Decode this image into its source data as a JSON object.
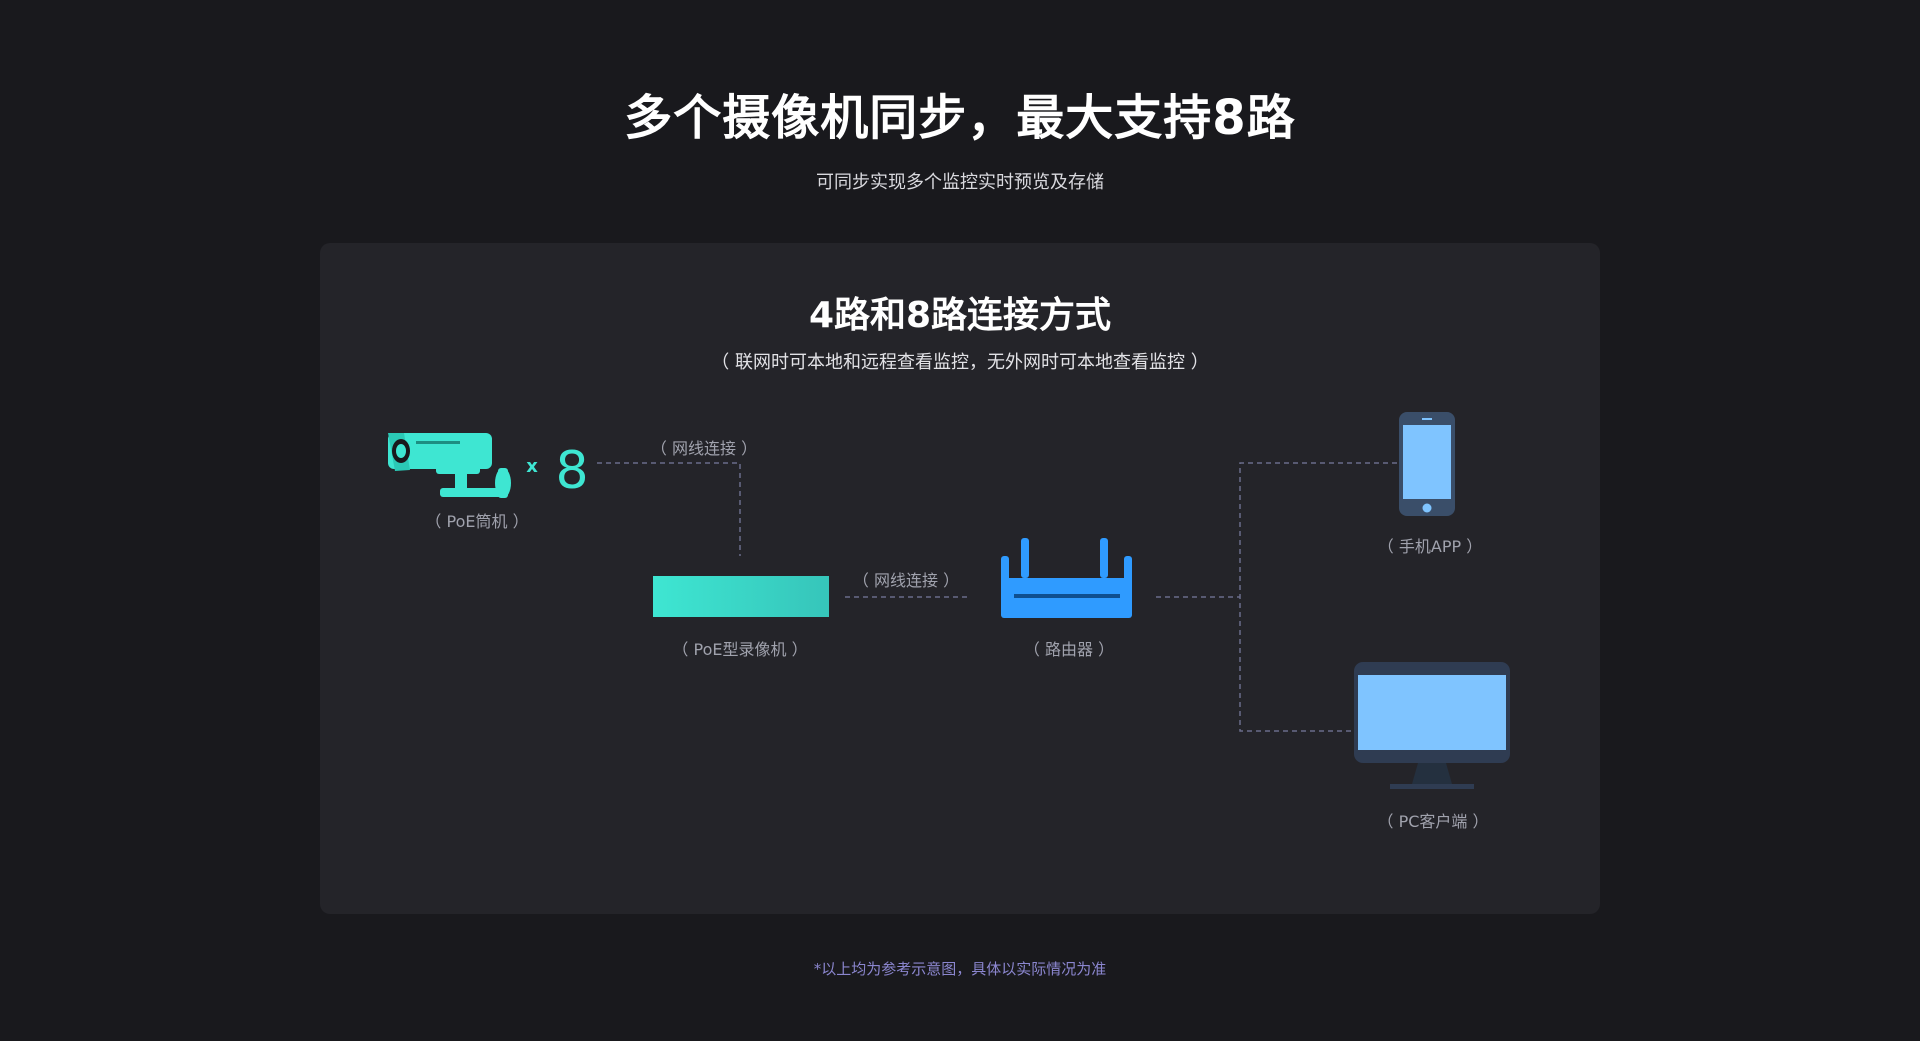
{
  "header": {
    "title": "多个摄像机同步，最大支持8路",
    "subtitle": "可同步实现多个监控实时预览及存储"
  },
  "panel": {
    "title": "4路和8路连接方式",
    "subtitle": "（ 联网时可本地和远程查看监控，无外网时可本地查看监控 ）"
  },
  "diagram": {
    "camera": {
      "label": "（ PoE筒机 ）",
      "multiplier_x": "x",
      "multiplier_n": "8",
      "icon": "bullet-camera-icon"
    },
    "link_camera_nvr": "（ 网线连接 ）",
    "nvr": {
      "label": "（ PoE型录像机 ）",
      "icon": "nvr-icon"
    },
    "link_nvr_router": "（ 网线连接 ）",
    "router": {
      "label": "（ 路由器 ）",
      "icon": "router-icon"
    },
    "phone": {
      "label": "（ 手机APP ）",
      "icon": "smartphone-icon"
    },
    "pc": {
      "label": "（ PC客户端 ）",
      "icon": "monitor-icon"
    }
  },
  "footer": {
    "note": "*以上均为参考示意图，具体以实际情况为准"
  },
  "colors": {
    "background": "#19191d",
    "panel": "#242429",
    "teal": "#3ee6d2",
    "blue": "#2f9bff",
    "screen": "#7fc4ff",
    "dashed_line": "#6a6d8a",
    "note": "#8b86cf"
  }
}
